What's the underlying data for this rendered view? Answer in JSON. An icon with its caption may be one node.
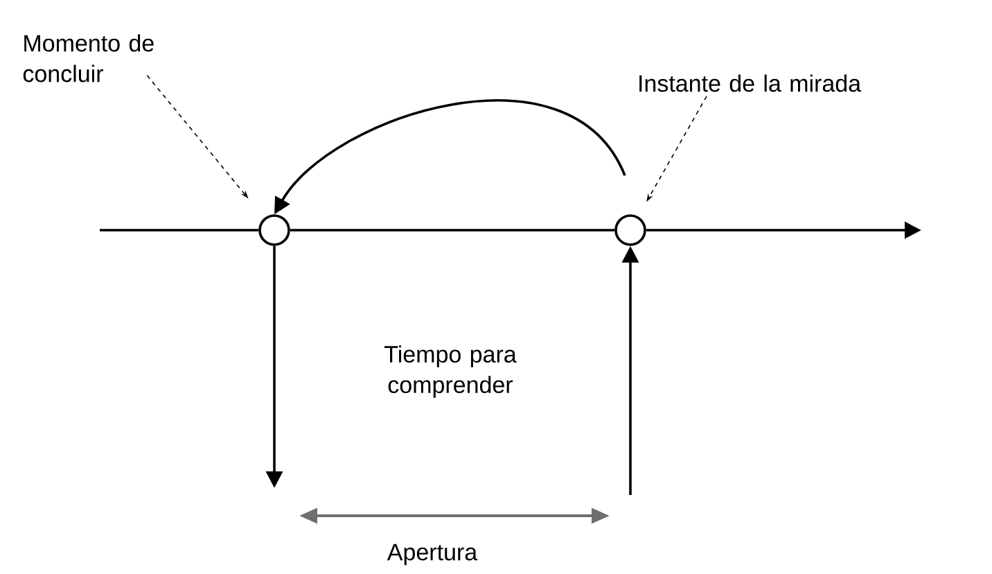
{
  "diagram": {
    "nodes": [
      {
        "text": [
          "Momento de concluir"
        ]
      },
      {
        "text": [
          "Instante de la mirada"
        ]
      },
      {
        "text": [],
        "shape": "circle"
      },
      {
        "text": [],
        "shape": "circle"
      }
    ],
    "edges": [
      {
        "from": 0,
        "to": 2,
        "arrow": "to",
        "style": "dashed"
      },
      {
        "from": 1,
        "to": 3,
        "arrow": "to",
        "style": "dashed"
      },
      {
        "from": 3,
        "to": 2,
        "arrow": "to"
      },
      {
        "from": null,
        "to": 2,
        "arrow": "none"
      },
      {
        "from": 2,
        "to": 3,
        "arrow": "none"
      },
      {
        "from": 3,
        "to": null,
        "arrow": "to"
      },
      {
        "from": 2,
        "to": null,
        "arrow": "to"
      },
      {
        "from": null,
        "to": 3,
        "arrow": "to"
      }
    ],
    "labels": [
      "Tiempo para comprender",
      "Apertura"
    ]
  }
}
